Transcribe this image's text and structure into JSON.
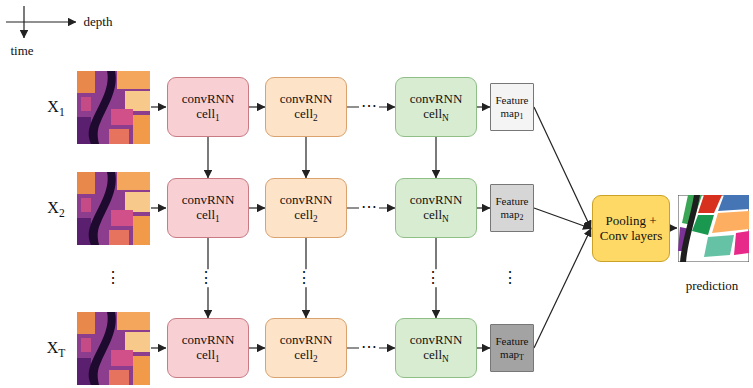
{
  "diagram": {
    "nodes": [
      {
        "text": [
          "convRNN cell1"
        ]
      },
      {
        "text": [
          "convRNN cell2"
        ]
      },
      {
        "text": [
          "convRNN cellN"
        ]
      },
      {
        "text": [
          "Feature map1"
        ]
      },
      {
        "text": [
          "convRNN cell1"
        ]
      },
      {
        "text": [
          "convRNN cell2"
        ]
      },
      {
        "text": [
          "convRNN cellN"
        ]
      },
      {
        "text": [
          "Feature map2"
        ]
      },
      {
        "text": [
          "convRNN cell1"
        ]
      },
      {
        "text": [
          "convRNN cell2"
        ]
      },
      {
        "text": [
          "convRNN cellN"
        ]
      },
      {
        "text": [
          "Feature mapT"
        ]
      },
      {
        "text": [
          "Pooling + Conv layers"
        ]
      }
    ],
    "edges": [
      {
        "from": 0,
        "to": 1,
        "arrow": "to"
      },
      {
        "from": 1,
        "to": 2,
        "arrow": "to"
      },
      {
        "from": 2,
        "to": 3,
        "arrow": "to"
      },
      {
        "from": 4,
        "to": 5,
        "arrow": "to"
      },
      {
        "from": 5,
        "to": 6,
        "arrow": "to"
      },
      {
        "from": 6,
        "to": 7,
        "arrow": "to"
      },
      {
        "from": 8,
        "to": 9,
        "arrow": "to"
      },
      {
        "from": 9,
        "to": 10,
        "arrow": "to"
      },
      {
        "from": 10,
        "to": 11,
        "arrow": "to"
      },
      {
        "from": 0,
        "to": 4,
        "arrow": "to"
      },
      {
        "from": 1,
        "to": 5,
        "arrow": "to"
      },
      {
        "from": 2,
        "to": 6,
        "arrow": "to"
      },
      {
        "from": 4,
        "to": 8,
        "arrow": "to"
      },
      {
        "from": 5,
        "to": 9,
        "arrow": "to"
      },
      {
        "from": 6,
        "to": 10,
        "arrow": "to"
      },
      {
        "from": 3,
        "to": 12,
        "arrow": "to"
      },
      {
        "from": 7,
        "to": 12,
        "arrow": "to"
      },
      {
        "from": 11,
        "to": 12,
        "arrow": "to"
      }
    ],
    "labels": [
      "depth",
      "time",
      "X1",
      "X2",
      "XT",
      "⋯",
      "⋯",
      "⋯",
      "⋮",
      "⋮",
      "⋮",
      "⋮",
      "⋮",
      "prediction"
    ]
  }
}
